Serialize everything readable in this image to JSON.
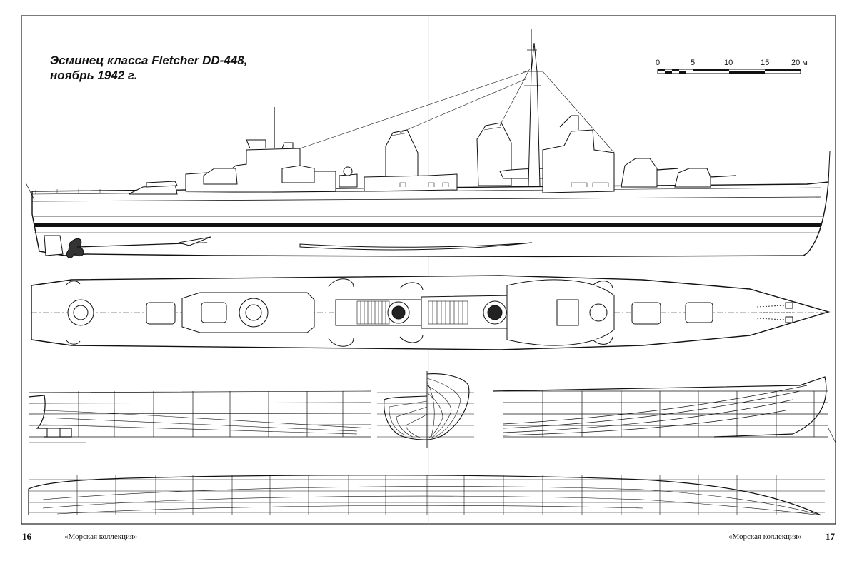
{
  "title": {
    "line1": "Эсминец класса Fletcher DD-448,",
    "line2": "ноябрь 1942 г."
  },
  "scale_bar": {
    "labels": [
      "0",
      "5",
      "10",
      "15",
      "20 м"
    ]
  },
  "footer": {
    "left_page_number": "16",
    "left_magazine": "«Морская коллекция»",
    "right_magazine": "«Морская коллекция»",
    "right_page_number": "17"
  }
}
